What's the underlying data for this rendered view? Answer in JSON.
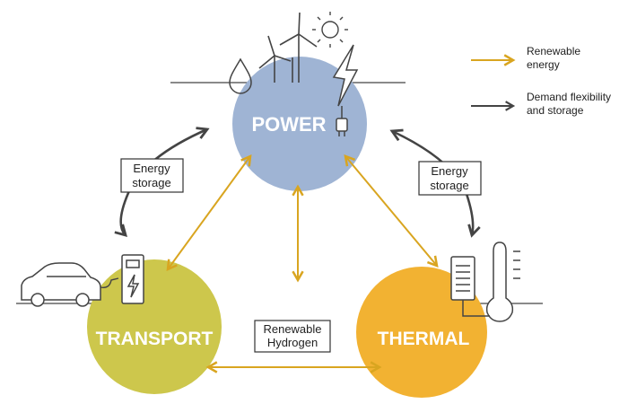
{
  "nodes": {
    "power": {
      "label": "POWER",
      "color": "#9fb4d4"
    },
    "transport": {
      "label": "TRANSPORT",
      "color": "#cdc74c"
    },
    "thermal": {
      "label": "THERMAL",
      "color": "#f2b232"
    }
  },
  "boxes": {
    "energy_storage_left": {
      "line1": "Energy",
      "line2": "storage"
    },
    "energy_storage_right": {
      "line1": "Energy",
      "line2": "storage"
    },
    "renewable_hydrogen": {
      "line1": "Renewable",
      "line2": "Hydrogen"
    }
  },
  "legend": {
    "renewable": {
      "line1": "Renewable",
      "line2": "energy",
      "color": "#d9a520"
    },
    "demand": {
      "line1": "Demand flexibility",
      "line2": "and storage",
      "color": "#444444"
    }
  },
  "icons": [
    "wind-turbine-icon",
    "sun-icon",
    "water-drop-icon",
    "lightning-icon",
    "plug-icon",
    "car-icon",
    "ev-charger-icon",
    "radiator-icon",
    "thermometer-icon"
  ]
}
